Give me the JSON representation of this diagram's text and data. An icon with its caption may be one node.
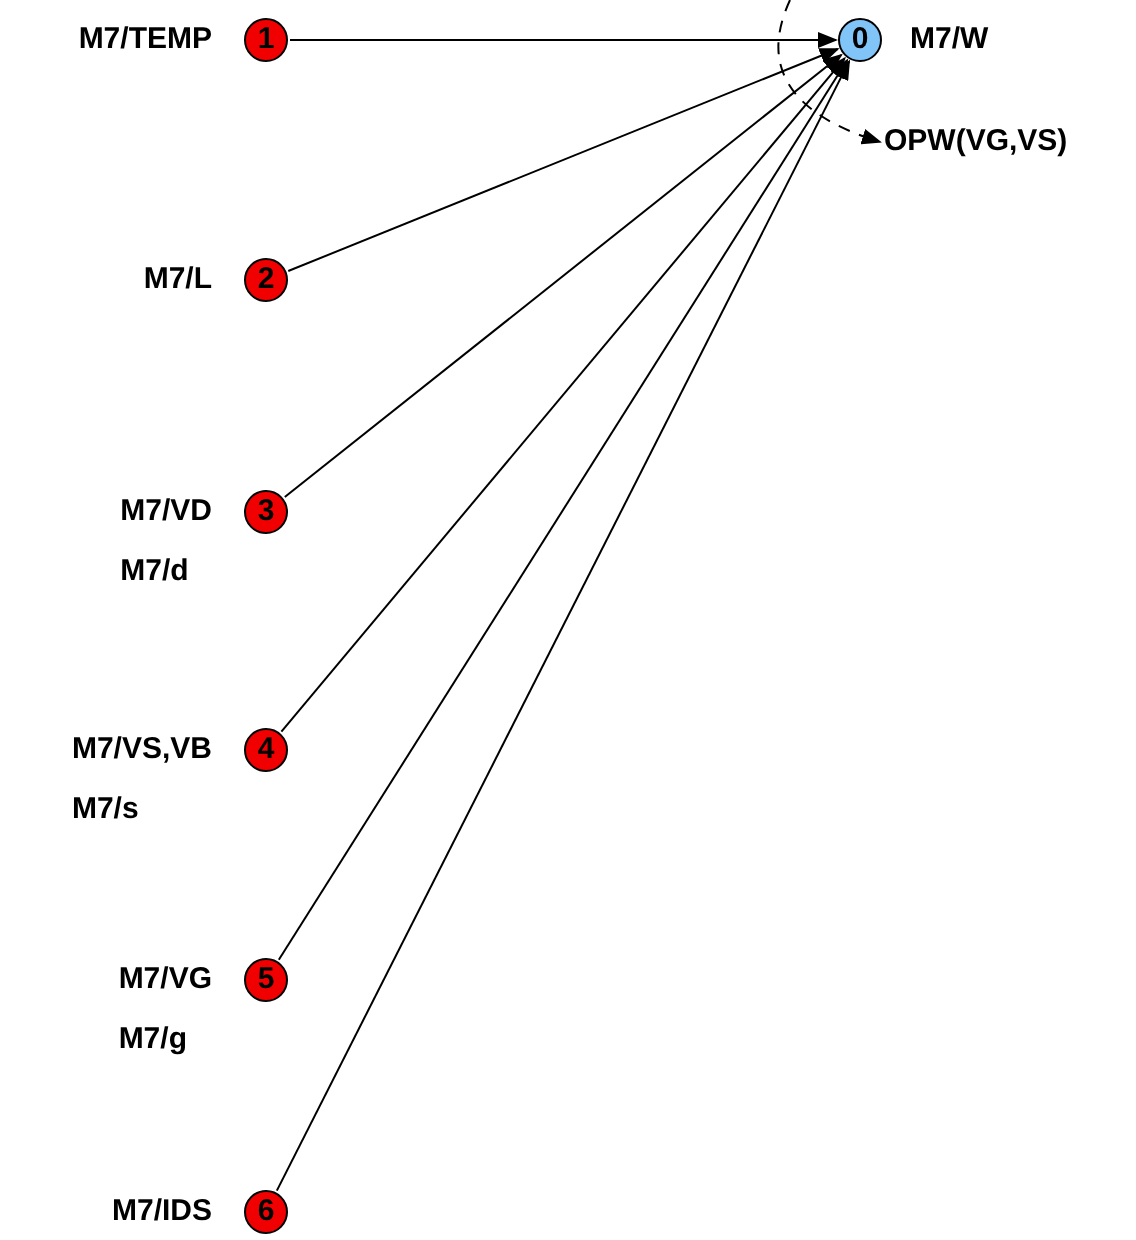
{
  "diagram": {
    "nodes": [
      {
        "text": [
          "0"
        ],
        "beside": [
          "M7/W"
        ]
      },
      {
        "text": [
          "1"
        ],
        "beside": [
          "M7/TEMP"
        ]
      },
      {
        "text": [
          "2"
        ],
        "beside": [
          "M7/L"
        ]
      },
      {
        "text": [
          "3"
        ],
        "beside": [
          "M7/VD",
          "M7/d"
        ]
      },
      {
        "text": [
          "4"
        ],
        "beside": [
          "M7/VS,VB",
          "M7/s"
        ]
      },
      {
        "text": [
          "5"
        ],
        "beside": [
          "M7/VG",
          "M7/g"
        ]
      },
      {
        "text": [
          "6"
        ],
        "beside": [
          "M7/IDS"
        ]
      },
      {
        "text": [
          "OPW(VG,VS)"
        ]
      }
    ],
    "edges": [
      {
        "from": 1,
        "to": 0,
        "arrow": "to"
      },
      {
        "from": 2,
        "to": 0,
        "arrow": "to"
      },
      {
        "from": 3,
        "to": 0,
        "arrow": "to"
      },
      {
        "from": 4,
        "to": 0,
        "arrow": "to"
      },
      {
        "from": 5,
        "to": 0,
        "arrow": "to"
      },
      {
        "from": 6,
        "to": 0,
        "arrow": "to"
      },
      {
        "from": null,
        "to": 7,
        "arrow": "to",
        "style": "dashed"
      }
    ]
  }
}
